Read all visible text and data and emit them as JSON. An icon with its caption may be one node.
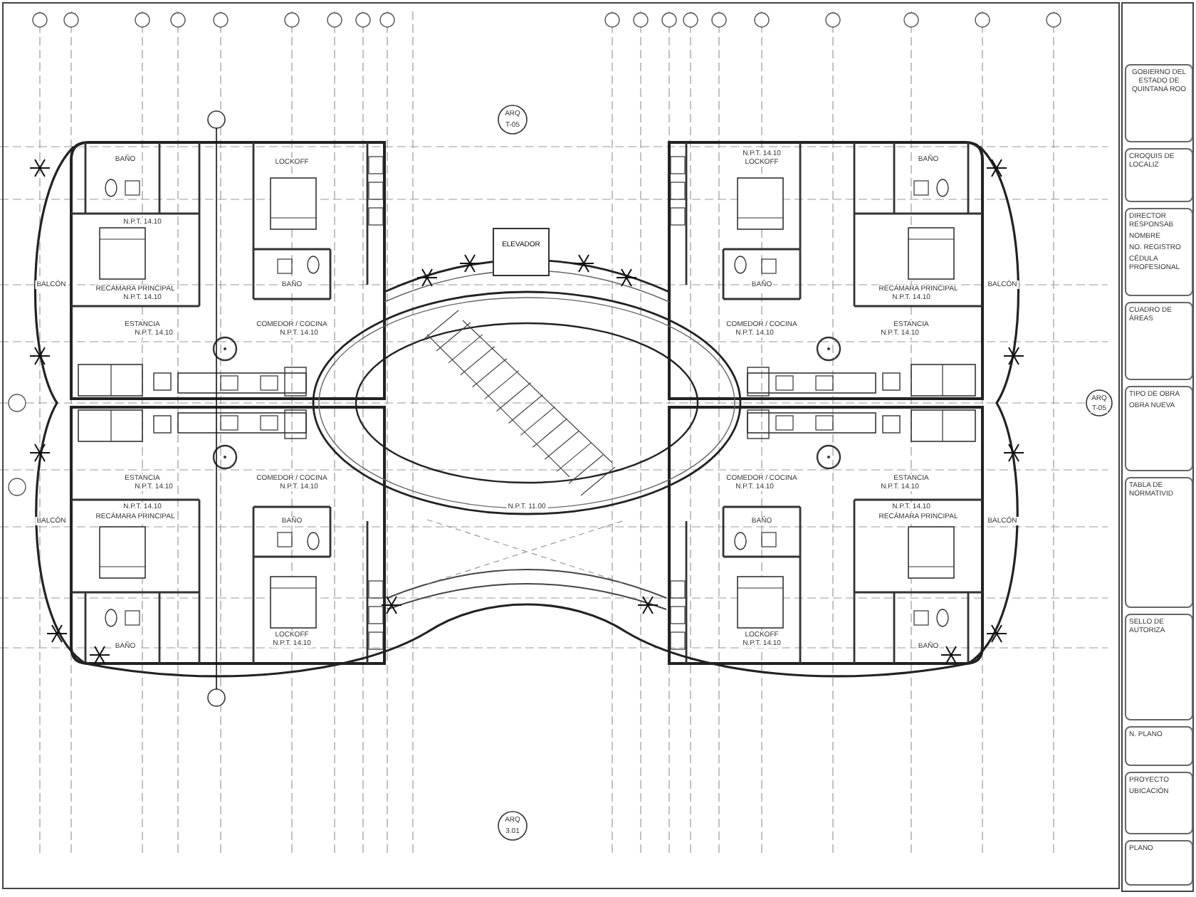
{
  "diagram": {
    "nodes": [
      {
        "text": [
          "ELEVADOR"
        ]
      },
      {
        "text": [
          "GOBIERNO DEL ESTADO DE QUINTANA ROO"
        ]
      },
      {
        "text": [
          "CROQUIS DE LOCALIZ"
        ]
      },
      {
        "text": [
          "DIRECTOR RESPONSAB",
          "NOMBRE",
          "NO. REGISTRO",
          "CÉDULA PROFESIONAL"
        ]
      },
      {
        "text": [
          "CUADRO DE ÁREAS"
        ]
      },
      {
        "text": [
          "TIPO DE OBRA",
          "OBRA NUEVA"
        ]
      },
      {
        "text": [
          "TABLA DE NORMATIVID"
        ]
      },
      {
        "text": [
          "SELLO DE AUTORIZA"
        ]
      },
      {
        "text": [
          "N. PLANO"
        ]
      },
      {
        "text": [
          "PROYECTO",
          "UBICACIÓN"
        ]
      },
      {
        "text": [
          "PLANO"
        ]
      }
    ],
    "labels": [
      "ARQ",
      "T-05",
      "BAÑO",
      "N.P.T. 14.10",
      "LOCKOFF",
      "RECÁMARA PRINCIPAL",
      "N.P.T. 14.10",
      "BAÑO",
      "BALCÓN",
      "ESTANCIA",
      "N.P.T. 14.10",
      "COMEDOR / COCINA",
      "N.P.T. 14.10",
      "N.P.T. 14.10",
      "LOCKOFF",
      "BAÑO",
      "BAÑO",
      "RECÁMARA PRINCIPAL",
      "N.P.T. 14.10",
      "BALCÓN",
      "COMEDOR / COCINA",
      "N.P.T. 14.10",
      "ESTANCIA",
      "N.P.T. 14.10",
      "ARQ",
      "T-05",
      "ESTANCIA",
      "N.P.T. 14.10",
      "COMEDOR / COCINA",
      "N.P.T. 14.10",
      "N.P.T. 14.10",
      "RECÁMARA PRINCIPAL",
      "BALCÓN",
      "BAÑO",
      "BAÑO",
      "LOCKOFF",
      "N.P.T. 14.10",
      "COMEDOR / COCINA",
      "N.P.T. 14.10",
      "ESTANCIA",
      "N.P.T. 14.10",
      "N.P.T. 14.10",
      "RECÁMARA PRINCIPAL",
      "BALCÓN",
      "BAÑO",
      "LOCKOFF",
      "N.P.T. 14.10",
      "BAÑO",
      "N.P.T. 11.00",
      "ARQ",
      "3.01"
    ]
  }
}
